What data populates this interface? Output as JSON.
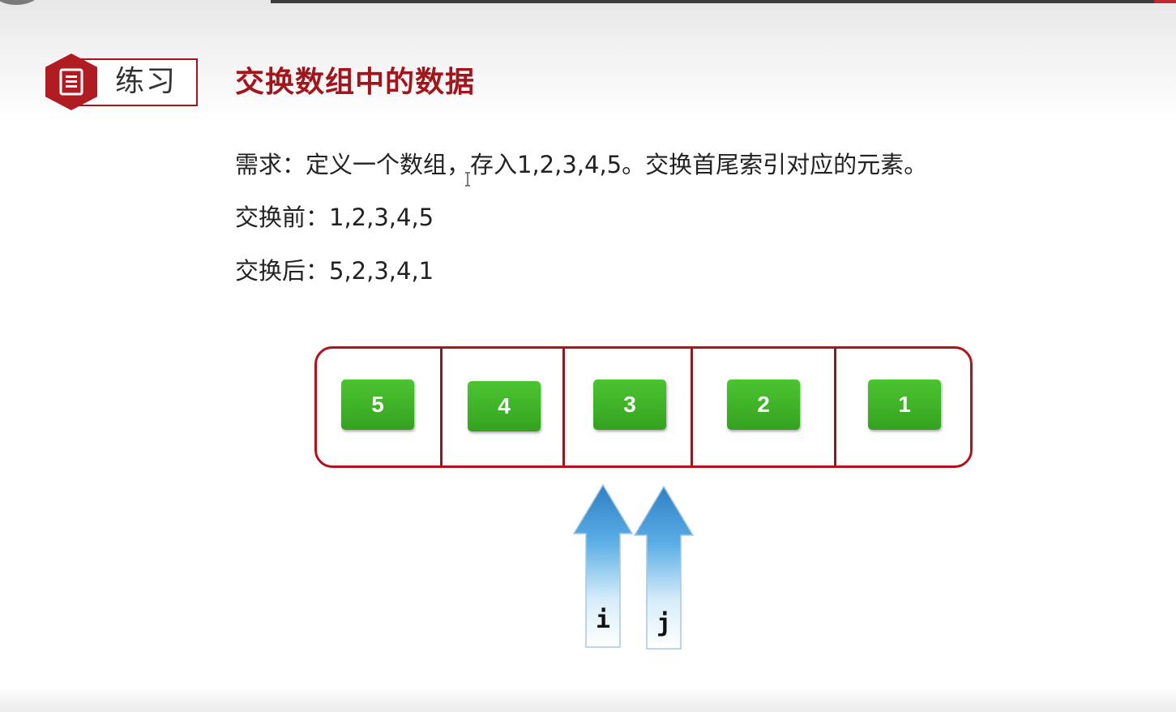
{
  "header": {
    "badge_label": "练习",
    "badge_icon": "document-icon",
    "title": "交换数组中的数据"
  },
  "content": {
    "requirement": "需求：定义一个数组，存入1,2,3,4,5。交换首尾索引对应的元素。",
    "before": "交换前：1,2,3,4,5",
    "after": "交换后：5,2,3,4,1"
  },
  "array": {
    "values": [
      "5",
      "4",
      "3",
      "2",
      "1"
    ]
  },
  "pointers": {
    "i_label": "i",
    "j_label": "j"
  },
  "colors": {
    "accent_red": "#a3141b",
    "cell_green": "#3fb227",
    "arrow_blue": "#3b8fd0"
  }
}
